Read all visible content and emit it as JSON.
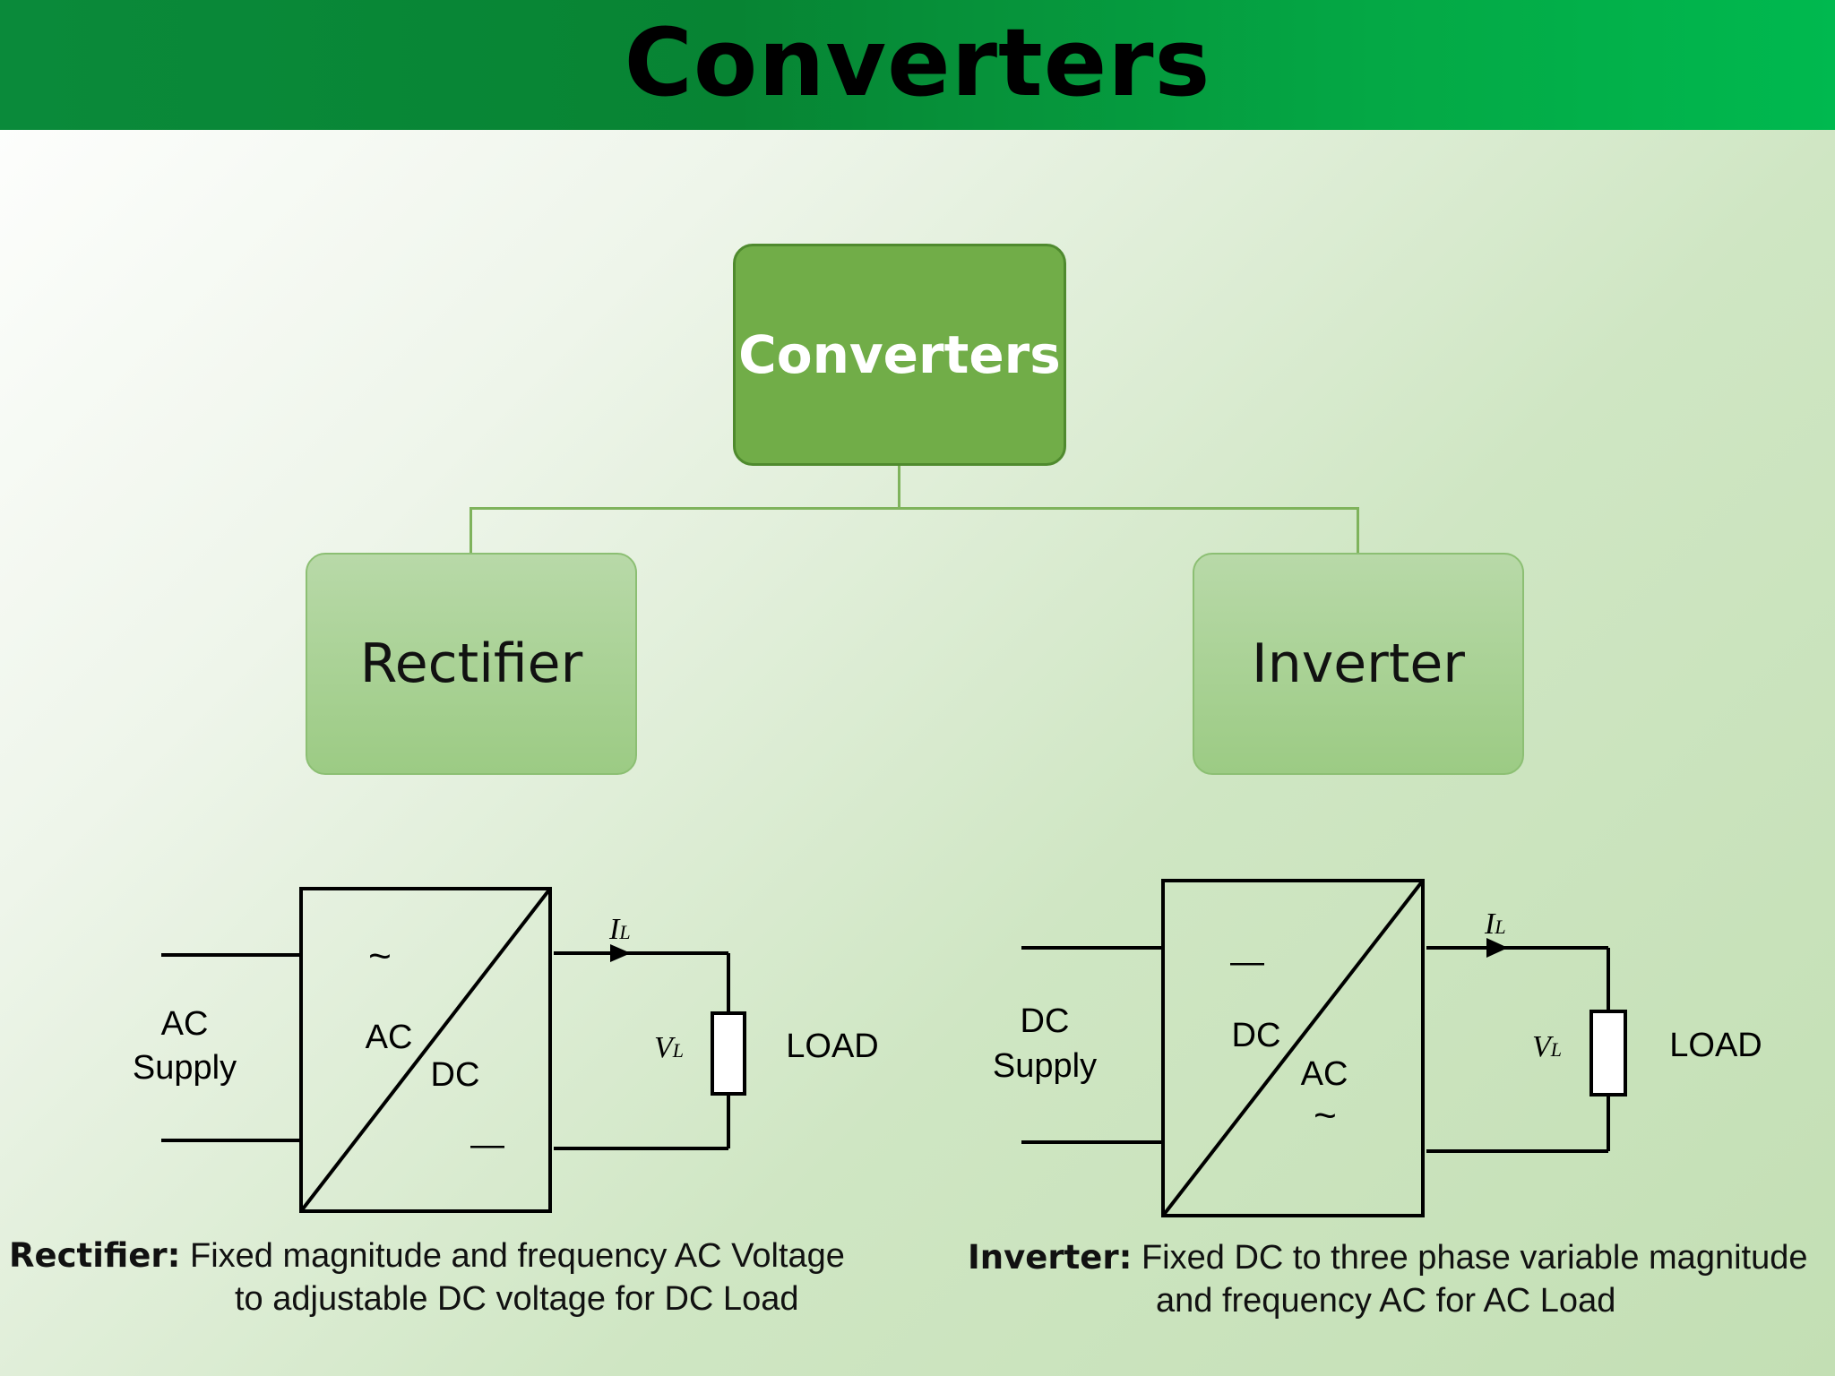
{
  "title": "Converters",
  "tree": {
    "root": "Converters",
    "children": [
      "Rectifier",
      "Inverter"
    ]
  },
  "rectifier_diagram": {
    "supply_line1": "AC",
    "supply_line2": "Supply",
    "input_symbol": "~",
    "box_top_label": "AC",
    "box_bottom_label": "DC",
    "output_symbol": "—",
    "current_label": "I",
    "current_sub": "L",
    "voltage_label": "V",
    "voltage_sub": "L",
    "load_label": "LOAD"
  },
  "inverter_diagram": {
    "supply_line1": "DC",
    "supply_line2": "Supply",
    "input_symbol": "—",
    "box_top_label": "DC",
    "box_bottom_label": "AC",
    "output_symbol": "~",
    "current_label": "I",
    "current_sub": "L",
    "voltage_label": "V",
    "voltage_sub": "L",
    "load_label": "LOAD"
  },
  "captions": {
    "rectifier_heading": "Rectifier:",
    "rectifier_line1": " Fixed magnitude and frequency AC Voltage",
    "rectifier_line2": "to adjustable DC voltage for DC Load",
    "inverter_heading": "Inverter:",
    "inverter_line1": " Fixed DC to three phase variable magnitude",
    "inverter_line2": "and frequency AC  for AC Load"
  },
  "colors": {
    "title_bar": "#078433",
    "root_node": "#71ad48",
    "child_node": "#a7d090",
    "connector": "#7fb35c"
  }
}
